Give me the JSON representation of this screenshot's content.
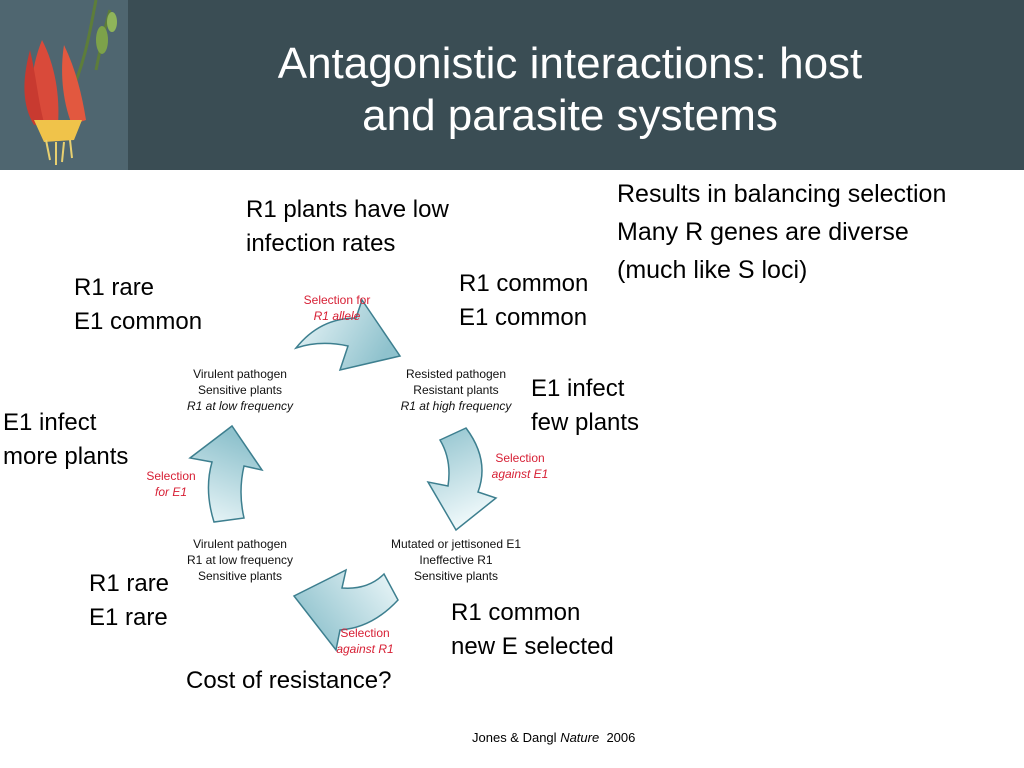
{
  "title": {
    "line1": "Antagonistic interactions: host",
    "line2": "and parasite systems"
  },
  "notes": {
    "balancing": [
      "Results in balancing selection",
      "Many R genes are diverse",
      "(much like S loci)"
    ],
    "low_infection": [
      "R1 plants have low",
      "infection rates"
    ],
    "r1_rare_e1_common": [
      "R1 rare",
      "E1 common"
    ],
    "r1_common_e1_common": [
      "R1 common",
      "E1 common"
    ],
    "e1_infect_few": [
      "E1 infect",
      "few plants"
    ],
    "e1_infect_more": [
      "E1 infect",
      "more plants"
    ],
    "r1_rare_e1_rare": [
      "R1 rare",
      "E1 rare"
    ],
    "r1_common_new_e": [
      "R1 common",
      "new E selected"
    ],
    "cost": "Cost of resistance?"
  },
  "diagram": {
    "states": {
      "top_left": [
        "Virulent pathogen",
        "Sensitive plants",
        "R1 at low frequency"
      ],
      "top_right": [
        "Resisted pathogen",
        "Resistant plants",
        "R1 at high frequency"
      ],
      "bottom_right": [
        "Mutated or jettisoned E1",
        "Ineffective R1",
        "Sensitive plants"
      ],
      "bottom_left": [
        "Virulent pathogen",
        "R1 at low frequency",
        "Sensitive plants"
      ]
    },
    "selections": {
      "for_r1": [
        "Selection for",
        "R1 allele"
      ],
      "against_e1": [
        "Selection",
        "against E1"
      ],
      "against_r1": [
        "Selection",
        "against R1"
      ],
      "for_e1": [
        "Selection",
        "for E1"
      ]
    },
    "colors": {
      "selection_text": "#d72035",
      "arrow_fill_light": "#eef8fa",
      "arrow_fill_dark": "#8fc2cd",
      "arrow_stroke": "#3d7f8f"
    }
  },
  "citation": {
    "authors": "Jones & Dangl",
    "journal": "Nature",
    "year": "2006"
  }
}
